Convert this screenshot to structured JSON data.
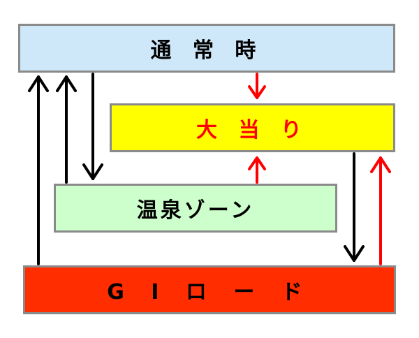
{
  "boxes": {
    "normal": "通 常 時",
    "jackpot": "大 当 り",
    "onsen": "温泉ゾーン",
    "giroad": "G I ロ ー ド"
  },
  "colors": {
    "arrow_black": "#000000",
    "arrow_red": "#ff0000",
    "normal_fill": "#cfe8f9",
    "jackpot_fill": "#ffff00",
    "jackpot_text": "#ff0000",
    "onsen_fill": "#ccffcc",
    "giroad_fill": "#ff2d00",
    "border": "#8a8a8a"
  }
}
